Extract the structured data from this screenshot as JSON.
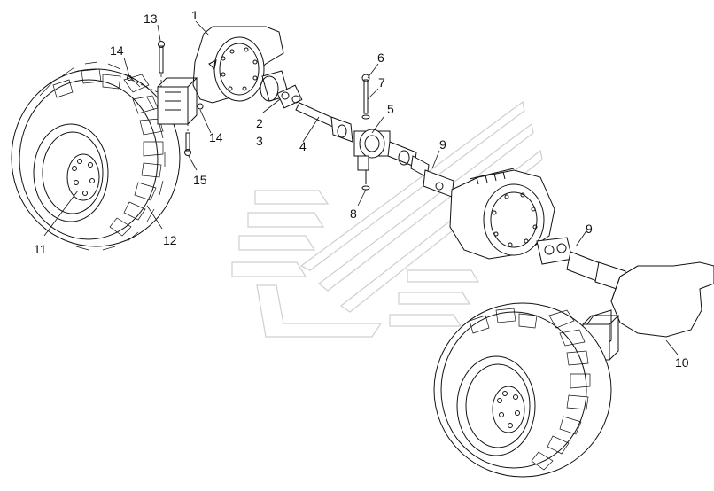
{
  "diagram": {
    "callouts": [
      "1",
      "2",
      "3",
      "4",
      "5",
      "6",
      "7",
      "8",
      "9",
      "9",
      "10",
      "11",
      "12",
      "13",
      "14",
      "14",
      "15"
    ]
  }
}
